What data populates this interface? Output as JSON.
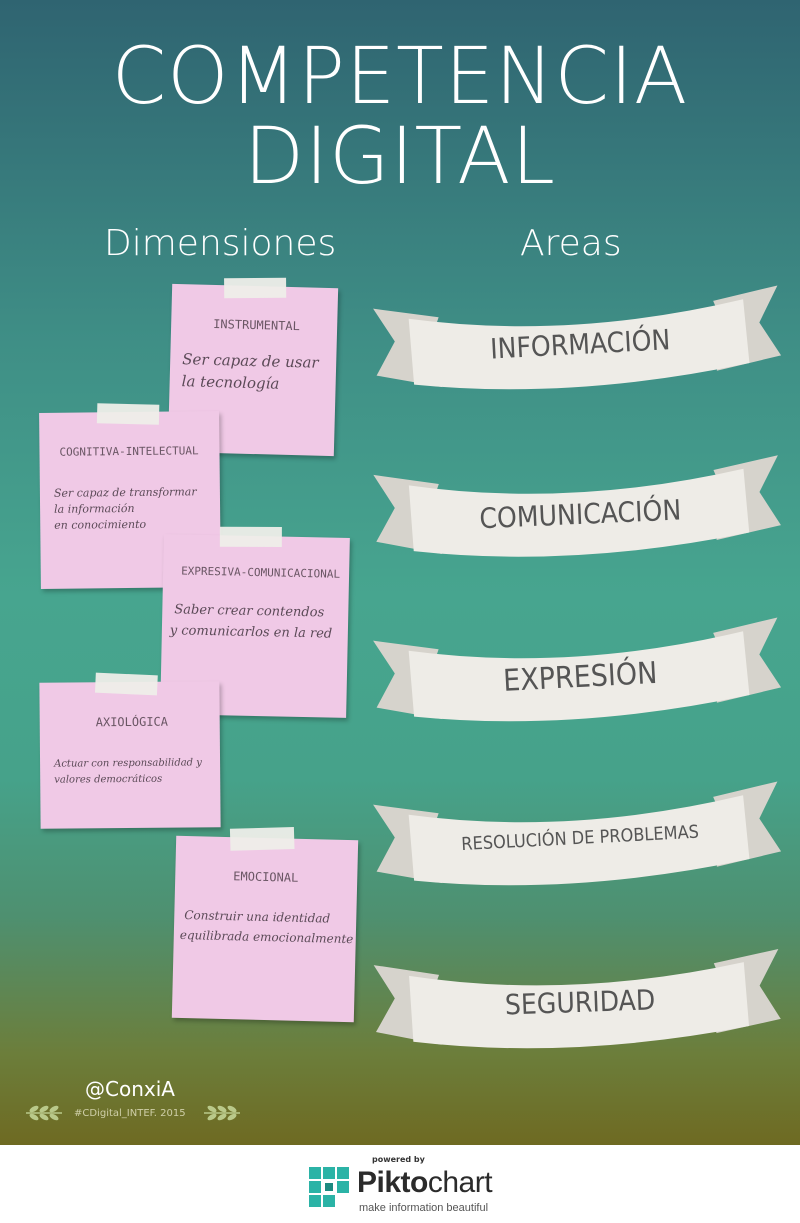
{
  "title": {
    "line1": "COMPETENCIA",
    "line2": "DIGITAL"
  },
  "columns": {
    "dimensions_heading": "Dimensiones",
    "areas_heading": "Areas"
  },
  "dimensions": [
    {
      "title": "INSTRUMENTAL",
      "desc_line1": "Ser capaz de usar",
      "desc_line2": "la tecnología",
      "desc_line3": ""
    },
    {
      "title": "COGNITIVA-INTELECTUAL",
      "desc_line1": "Ser capaz de transformar",
      "desc_line2": "la información",
      "desc_line3": "en conocimiento"
    },
    {
      "title": "EXPRESIVA-COMUNICACIONAL",
      "desc_line1": "Saber crear contendos",
      "desc_line2": "y comunicarlos en la red",
      "desc_line3": ""
    },
    {
      "title": "AXIOLÓGICA",
      "desc_line1": "Actuar con responsabilidad y",
      "desc_line2": "valores democráticos",
      "desc_line3": ""
    },
    {
      "title": "EMOCIONAL",
      "desc_line1": "Construir una identidad",
      "desc_line2": "equilibrada emocionalmente",
      "desc_line3": ""
    }
  ],
  "areas": [
    "INFORMACIÓN",
    "COMUNICACIÓN",
    "EXPRESIÓN",
    "RESOLUCIÓN DE PROBLEMAS",
    "SEGURIDAD"
  ],
  "credit": {
    "handle": "@ConxiA",
    "hashtag": "#CDigital_INTEF. 2015"
  },
  "footer": {
    "powered_by": "powered by",
    "brand_bold": "Pikto",
    "brand_rest": "chart",
    "tagline": "make information beautiful"
  },
  "colors": {
    "note_pink": "#f0c9e6",
    "banner_fill": "#eeece7",
    "gradient_top": "#2f6471",
    "gradient_bottom": "#6e6a22"
  },
  "icons": [
    "laurel-left-icon",
    "laurel-right-icon",
    "piktochart-logo-icon"
  ]
}
